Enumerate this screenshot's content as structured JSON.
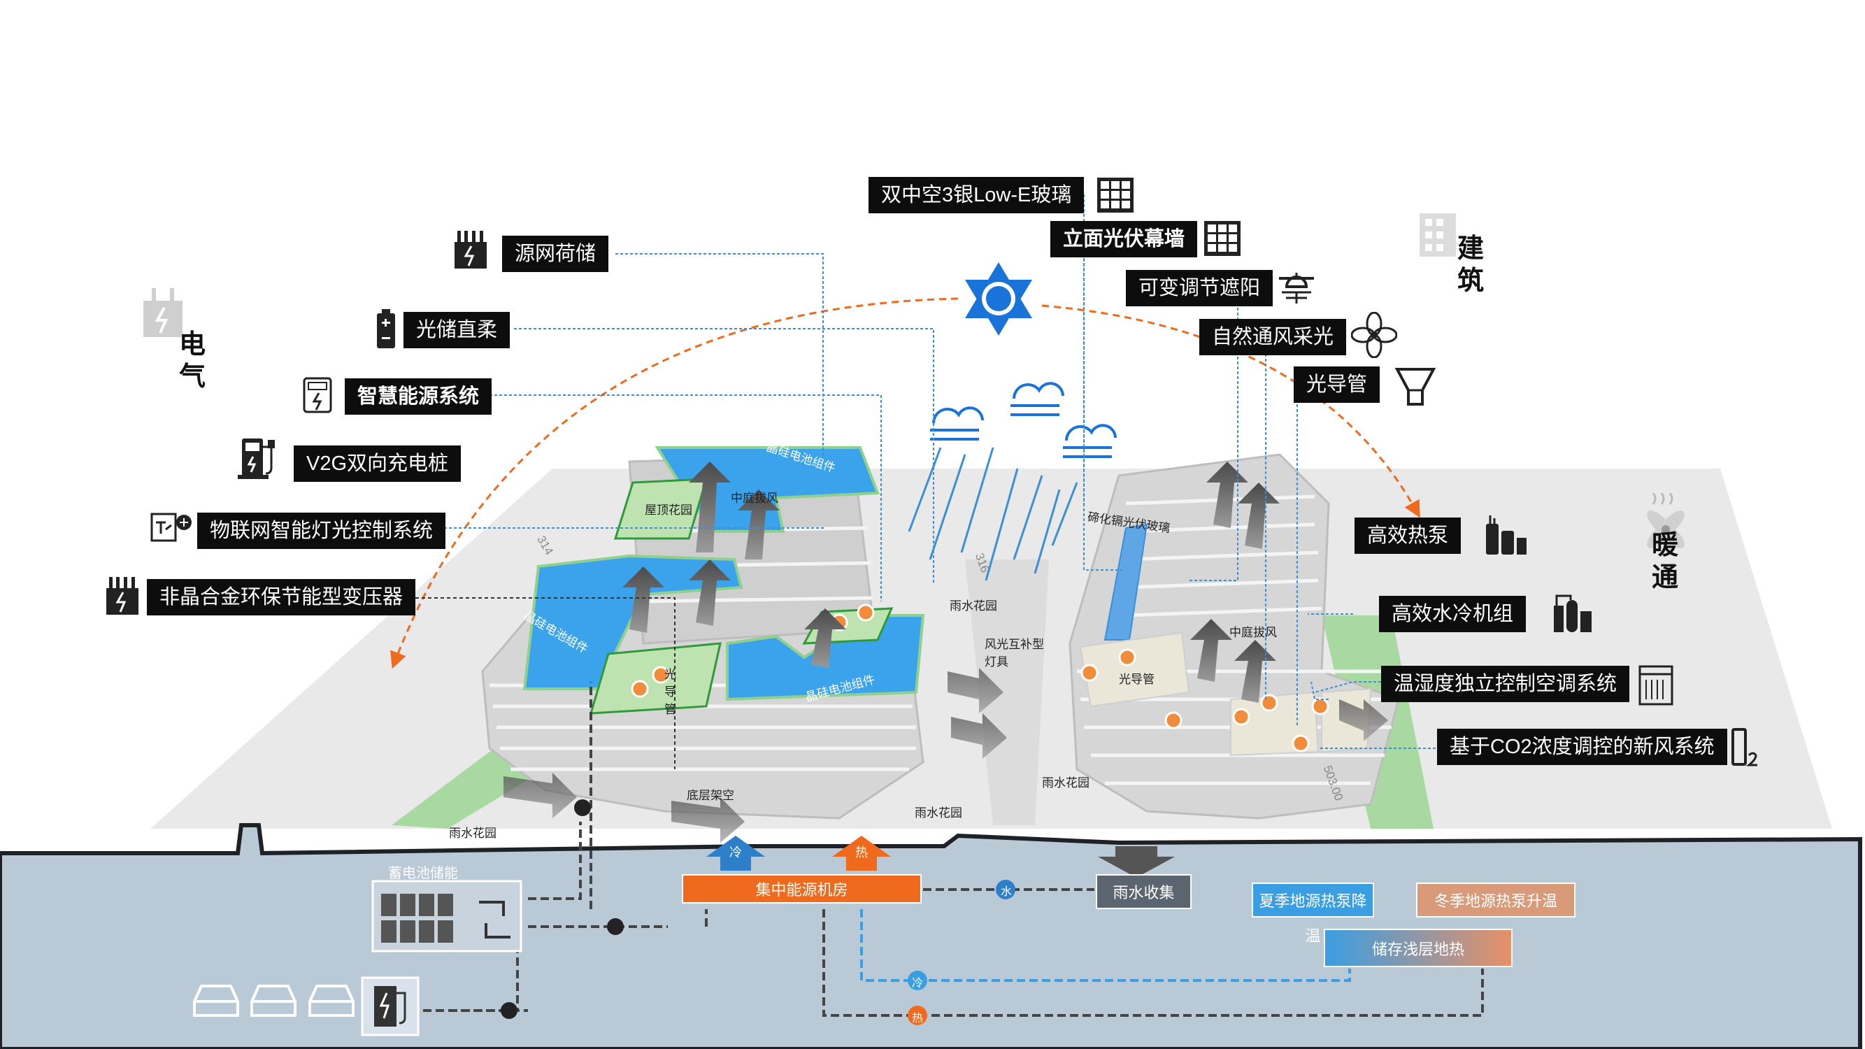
{
  "categories": {
    "electrical": "电\n气",
    "building": "建\n筑",
    "hvac": "暖\n通"
  },
  "electrical_labels": [
    {
      "id": "grid-load-storage",
      "text": "源网荷储",
      "icon": "transformer-icon"
    },
    {
      "id": "pv-storage-dc",
      "text": "光储直柔",
      "icon": "battery-icon"
    },
    {
      "id": "smart-energy",
      "text": "智慧能源系统",
      "icon": "meter-icon"
    },
    {
      "id": "v2g-charger",
      "text": "V2G双向充电桩",
      "icon": "charger-icon"
    },
    {
      "id": "iot-lighting",
      "text": "物联网智能灯光控制系统",
      "icon": "light-control-icon"
    },
    {
      "id": "amorphous-transformer",
      "text": "非晶合金环保节能型变压器",
      "icon": "transformer-icon"
    }
  ],
  "building_labels": [
    {
      "id": "double-glazing",
      "text": "双中空3银Low-E玻璃",
      "icon": "grid-window-icon"
    },
    {
      "id": "pv-curtain-wall",
      "text": "立面光伏幕墙",
      "icon": "grid-window-icon"
    },
    {
      "id": "adjustable-shading",
      "text": "可变调节遮阳",
      "icon": "shading-icon"
    },
    {
      "id": "natural-ventilation",
      "text": "自然通风采光",
      "icon": "fan-icon"
    },
    {
      "id": "light-pipe",
      "text": "光导管",
      "icon": "light-pipe-icon"
    }
  ],
  "hvac_labels": [
    {
      "id": "heat-pump",
      "text": "高效热泵",
      "icon": "heat-pump-icon"
    },
    {
      "id": "chiller",
      "text": "高效水冷机组",
      "icon": "chiller-icon"
    },
    {
      "id": "temp-humidity",
      "text": "温湿度独立控制空调系统",
      "icon": "ac-unit-icon"
    },
    {
      "id": "co2-ventilation",
      "text": "基于CO2浓度调控的新风系统",
      "icon": "co2-icon"
    }
  ],
  "scene_labels": {
    "pv_array_1": "晶硅电池组件",
    "pv_array_2": "晶硅电池组件",
    "pv_array_3": "晶硅电池组件",
    "roof_garden": "屋顶花园",
    "atrium_1": "中庭拔风",
    "atrium_2": "中庭拔风",
    "light_pipe_1": "光导管",
    "light_pipe_2": "光导管",
    "ground_stilts": "底层架空",
    "rain_garden_1": "雨水花园",
    "rain_garden_2": "雨水花园",
    "rain_garden_3": "雨水花园",
    "rain_garden_4": "雨水花园",
    "wind_solar_lamp": "风光互补型灯具",
    "cdte_glass": "碲化镉光伏玻璃",
    "elevation_1": "314",
    "elevation_2": "316",
    "elevation_3": "503.00"
  },
  "underground": {
    "battery_storage": "蓄电池储能",
    "energy_center": "集中能源机房",
    "cold_badge": "冷",
    "heat_badge": "热",
    "water_badge": "水",
    "rain_collection": "雨水收集",
    "summer_pump": "夏季地源热泵降温",
    "winter_pump": "冬季地源热泵升温",
    "shallow_geo": "储存浅层地热",
    "pipe_cold_badge": "冷",
    "pipe_heat_badge": "热"
  },
  "colors": {
    "label_bg": "#0d0d0d",
    "sun": "#1a73d9",
    "pv_panel": "#3aa3ec",
    "ground": "#b9c9d6",
    "energy_center": "#ef6a1c",
    "summer": "#3a9ee2",
    "winter": "#d89a78",
    "leader_line": "#3a8fd8",
    "arc": "#ef6a1c"
  }
}
